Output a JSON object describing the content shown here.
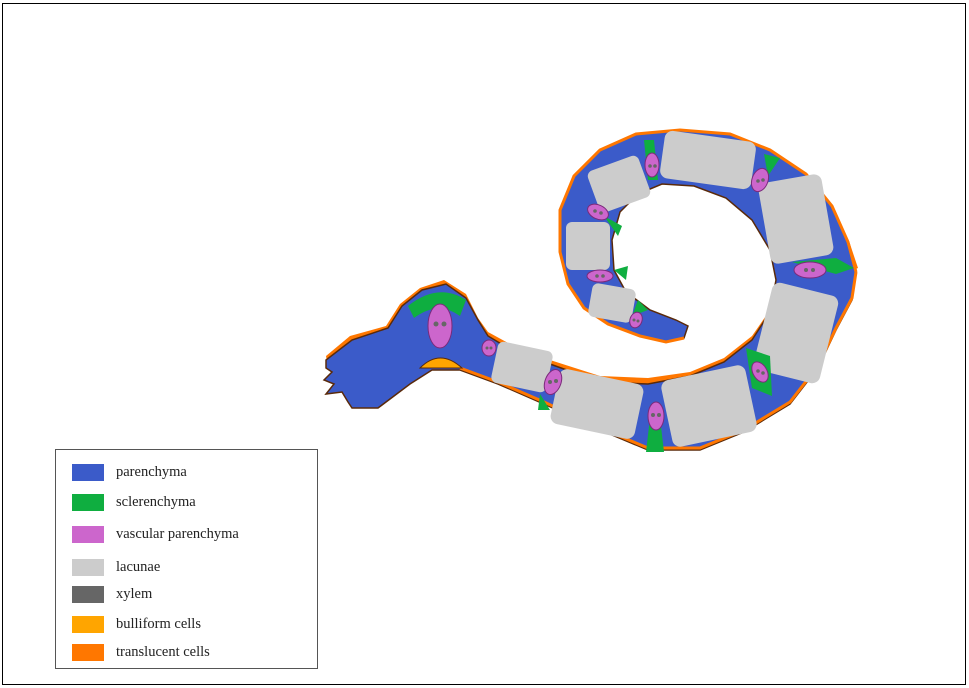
{
  "legend": {
    "items": [
      {
        "label": "parenchyma",
        "color": "#3b5bc9"
      },
      {
        "label": "sclerenchyma",
        "color": "#0fae40"
      },
      {
        "label": "vascular parenchyma",
        "color": "#cc66cc"
      },
      {
        "label": "lacunae",
        "color": "#cccccc"
      },
      {
        "label": "xylem",
        "color": "#666666"
      },
      {
        "label": "bulliform cells",
        "color": "#ffa500"
      },
      {
        "label": "translucent cells",
        "color": "#ff7700"
      }
    ]
  },
  "colors": {
    "parenchyma": "#3b5bc9",
    "sclerenchyma": "#0fae40",
    "vascular": "#cc66cc",
    "lacunae": "#cccccc",
    "xylem": "#666666",
    "bulliform": "#ffa500",
    "translucent": "#ff7700"
  }
}
